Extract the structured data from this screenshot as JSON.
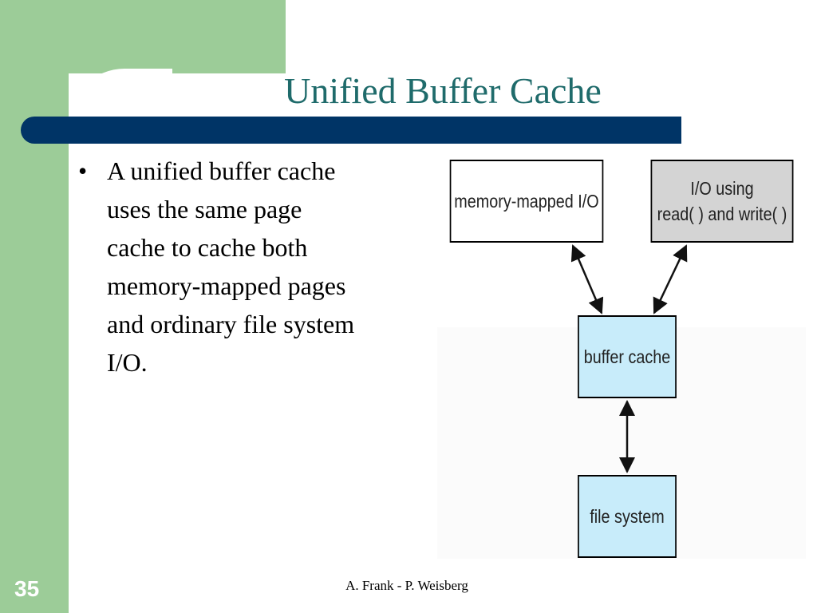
{
  "slide": {
    "title": "Unified Buffer Cache",
    "bullet_symbol": "•",
    "bullet_text": "A unified buffer cache\nuses the same page\ncache to cache both\nmemory-mapped pages\nand ordinary file system\nI/O.",
    "slide_number": "35",
    "footer": "A. Frank - P.  Weisberg"
  },
  "diagram": {
    "nodes": {
      "mmap": {
        "label": "memory-mapped I/O",
        "fill": "#ffffff"
      },
      "rw": {
        "label": "I/O using\nread( ) and write( )",
        "fill": "#d4d4d4"
      },
      "buffer": {
        "label": "buffer cache",
        "fill": "#c8ecfa"
      },
      "fs": {
        "label": "file system",
        "fill": "#c8ecfa"
      }
    },
    "edges": [
      {
        "from": "mmap",
        "to": "buffer",
        "direction": "both"
      },
      {
        "from": "rw",
        "to": "buffer",
        "direction": "both"
      },
      {
        "from": "buffer",
        "to": "fs",
        "direction": "both"
      }
    ]
  },
  "theme": {
    "sidebar_green": "#9ccc98",
    "title_bar_navy": "#003466",
    "title_teal": "#1f6b6b"
  }
}
